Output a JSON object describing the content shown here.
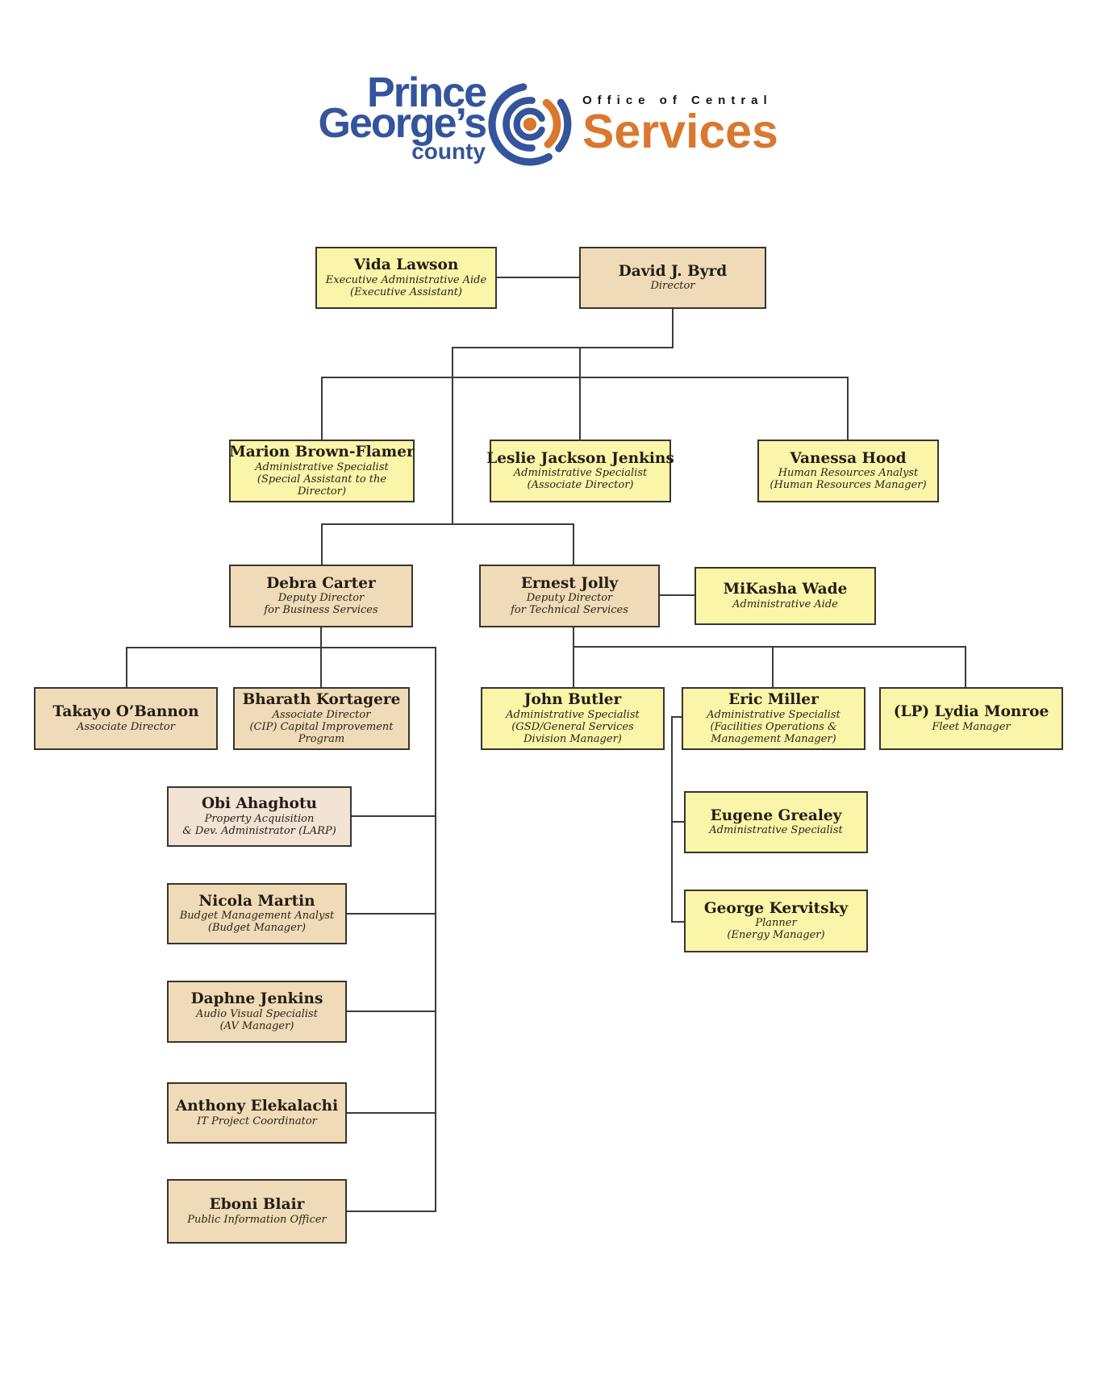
{
  "page": {
    "title": "Office of Central Services"
  },
  "logo": {
    "county": {
      "line1": "Prince",
      "line2": "George’s",
      "line3": "county"
    },
    "office": {
      "eyebrow": "Office of Central",
      "name": "Services"
    },
    "colors": {
      "blue": "#34549B",
      "orange": "#D9782E"
    }
  },
  "org": {
    "type": "org-chart",
    "box_colors": {
      "yellow": "#FAF5A9",
      "tan": "#EFDBB7",
      "pink": "#F3E3D4"
    },
    "boxes": [
      {
        "id": "vida-lawson",
        "name": "Vida Lawson",
        "sub": [
          "Executive Administrative Aide",
          "(Executive Assistant)"
        ],
        "color": "yellow",
        "reports_to": "david-byrd"
      },
      {
        "id": "david-byrd",
        "name": "David J. Byrd",
        "sub": [
          "Director"
        ],
        "color": "tan",
        "reports_to": null
      },
      {
        "id": "marion-brown-flamer",
        "name": "Marion Brown-Flamer",
        "sub": [
          "Administrative Specialist",
          "(Special Assistant to the Director)"
        ],
        "color": "yellow",
        "reports_to": "david-byrd"
      },
      {
        "id": "leslie-jackson-jenkins",
        "name": "Leslie Jackson Jenkins",
        "sub": [
          "Administrative Specialist",
          "(Associate Director)"
        ],
        "color": "yellow",
        "reports_to": "david-byrd"
      },
      {
        "id": "vanessa-hood",
        "name": "Vanessa Hood",
        "sub": [
          "Human Resources Analyst",
          "(Human Resources Manager)"
        ],
        "color": "yellow",
        "reports_to": "david-byrd"
      },
      {
        "id": "debra-carter",
        "name": "Debra Carter",
        "sub": [
          "Deputy Director",
          "for Business Services"
        ],
        "color": "tan",
        "reports_to": "david-byrd"
      },
      {
        "id": "ernest-jolly",
        "name": "Ernest Jolly",
        "sub": [
          "Deputy Director",
          "for Technical Services"
        ],
        "color": "tan",
        "reports_to": "david-byrd"
      },
      {
        "id": "mikasha-wade",
        "name": "MiKasha Wade",
        "sub": [
          "Administrative Aide"
        ],
        "color": "yellow",
        "reports_to": "ernest-jolly"
      },
      {
        "id": "takayo-obannon",
        "name": "Takayo O’Bannon",
        "sub": [
          "Associate Director"
        ],
        "color": "tan",
        "reports_to": "debra-carter"
      },
      {
        "id": "bharath-kortagere",
        "name": "Bharath Kortagere",
        "sub": [
          "Associate Director",
          "(CIP) Capital Improvement",
          "Program"
        ],
        "color": "tan",
        "reports_to": "debra-carter"
      },
      {
        "id": "john-butler",
        "name": "John Butler",
        "sub": [
          "Administrative Specialist",
          "(GSD/General Services",
          "Division Manager)"
        ],
        "color": "yellow",
        "reports_to": "ernest-jolly"
      },
      {
        "id": "eric-miller",
        "name": "Eric Miller",
        "sub": [
          "Administrative Specialist",
          "(Facilities Operations &",
          "Management Manager)"
        ],
        "color": "yellow",
        "reports_to": "ernest-jolly"
      },
      {
        "id": "lydia-monroe",
        "name": "(LP) Lydia Monroe",
        "sub": [
          "Fleet Manager"
        ],
        "color": "yellow",
        "reports_to": "ernest-jolly"
      },
      {
        "id": "obi-ahaghotu",
        "name": "Obi Ahaghotu",
        "sub": [
          "Property Acquisition",
          "& Dev. Administrator (LARP)"
        ],
        "color": "pink",
        "reports_to": "debra-carter"
      },
      {
        "id": "eugene-grealey",
        "name": "Eugene Grealey",
        "sub": [
          "Administrative Specialist"
        ],
        "color": "yellow",
        "reports_to": "eric-miller"
      },
      {
        "id": "nicola-martin",
        "name": "Nicola Martin",
        "sub": [
          "Budget Management Analyst",
          "(Budget Manager)"
        ],
        "color": "tan",
        "reports_to": "debra-carter"
      },
      {
        "id": "george-kervitsky",
        "name": "George Kervitsky",
        "sub": [
          "Planner",
          "(Energy Manager)"
        ],
        "color": "yellow",
        "reports_to": "eric-miller"
      },
      {
        "id": "daphne-jenkins",
        "name": "Daphne Jenkins",
        "sub": [
          "Audio Visual Specialist",
          "(AV Manager)"
        ],
        "color": "tan",
        "reports_to": "debra-carter"
      },
      {
        "id": "anthony-elekalachi",
        "name": "Anthony Elekalachi",
        "sub": [
          "IT Project Coordinator"
        ],
        "color": "tan",
        "reports_to": "debra-carter"
      },
      {
        "id": "eboni-blair",
        "name": "Eboni Blair",
        "sub": [
          "Public Information Officer"
        ],
        "color": "tan",
        "reports_to": "debra-carter"
      }
    ]
  }
}
